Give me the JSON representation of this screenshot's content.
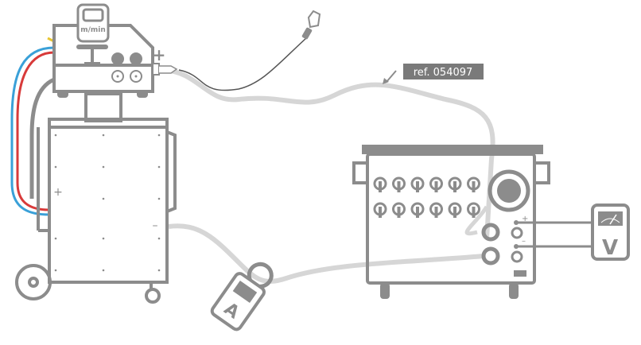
{
  "feeder": {
    "display_unit": "m/min",
    "plus_sign": "+"
  },
  "generator": {
    "plus_sign": "+",
    "minus_sign": "–"
  },
  "cable_reference": "ref. 054097",
  "load_bank": {
    "plus_sign": "+",
    "minus_sign": "–"
  },
  "ammeter": {
    "symbol": "A"
  },
  "voltmeter": {
    "symbol": "V"
  },
  "colors": {
    "line": "#8c8c8c",
    "cable": "#d6d6d6",
    "hose_blue": "#3aa0d8",
    "hose_red": "#d83a3a",
    "label_bg": "#7a7a7a"
  }
}
